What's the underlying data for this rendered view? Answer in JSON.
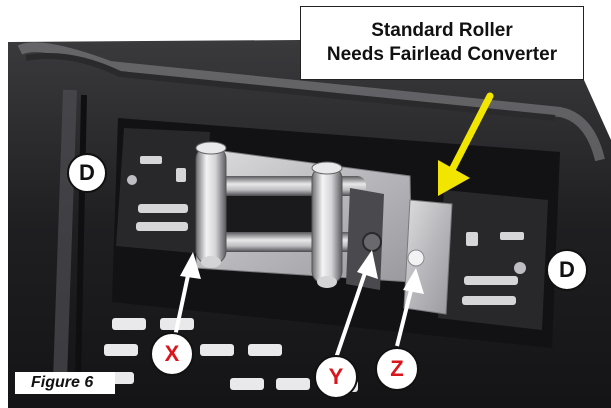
{
  "callout": {
    "line1": "Standard Roller",
    "line2": "Needs Fairlead Converter"
  },
  "labels": {
    "d_left": "D",
    "d_right": "D",
    "x": "X",
    "y": "Y",
    "z": "Z"
  },
  "figure_label": "Figure 6",
  "colors": {
    "arrow_yellow": "#f2e600",
    "label_red": "#d9161c",
    "bumper_black": "#1e1e20",
    "plate_silver": "#c9c9cc"
  }
}
